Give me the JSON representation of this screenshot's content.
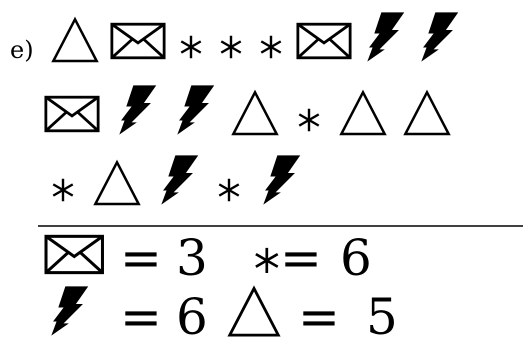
{
  "exercise_label": "e)",
  "rows": [
    [
      "triangle",
      "envelope",
      "asterisk",
      "asterisk",
      "asterisk",
      "envelope",
      "lightning",
      "lightning"
    ],
    [
      "envelope",
      "lightning",
      "lightning",
      "triangle",
      "asterisk",
      "triangle",
      "triangle"
    ],
    [
      "asterisk",
      "triangle",
      "lightning",
      "asterisk",
      "lightning"
    ]
  ],
  "key": [
    {
      "symbol": "envelope",
      "equals": "=",
      "value": "3"
    },
    {
      "symbol": "asterisk",
      "equals": "=",
      "value": "6"
    },
    {
      "symbol": "lightning",
      "equals": "=",
      "value": "6"
    },
    {
      "symbol": "triangle",
      "equals": "=",
      "value": "5"
    }
  ]
}
